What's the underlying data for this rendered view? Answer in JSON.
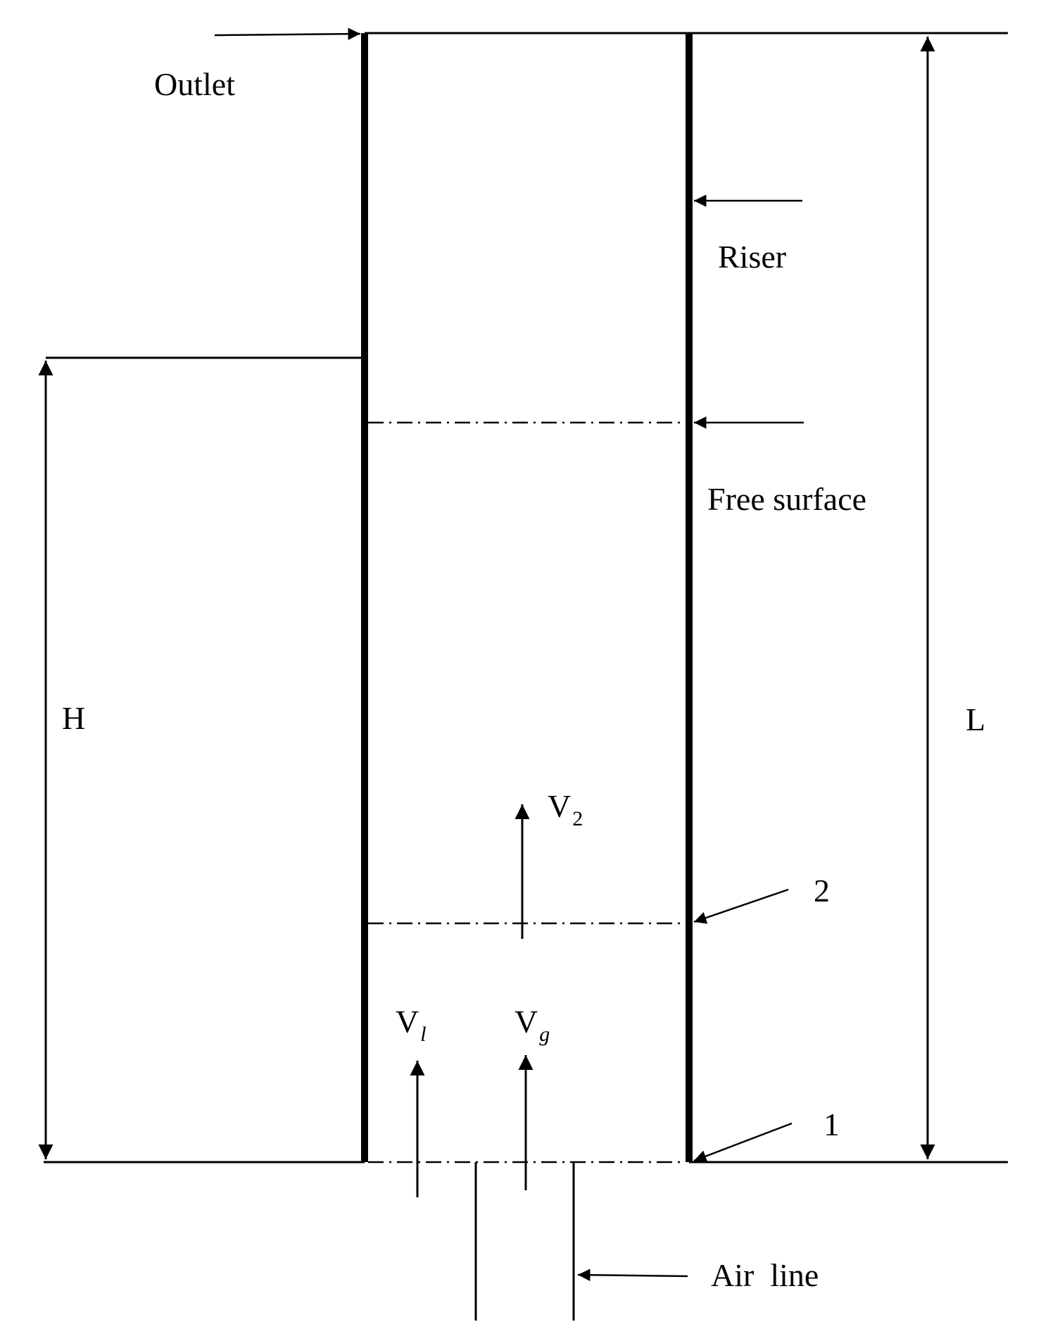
{
  "labels": {
    "outlet": "Outlet",
    "riser": "Riser",
    "free_surface": "Free surface",
    "height": "H",
    "length": "L",
    "point_2": "2",
    "point_1": "1",
    "air_line": "Air  line",
    "v2": {
      "base": "V",
      "sub": "2"
    },
    "vl": {
      "base": "V",
      "sub": "l"
    },
    "vg": {
      "base": "V",
      "sub": "g"
    }
  },
  "colors": {
    "stroke": "#000000",
    "background": "#ffffff"
  }
}
